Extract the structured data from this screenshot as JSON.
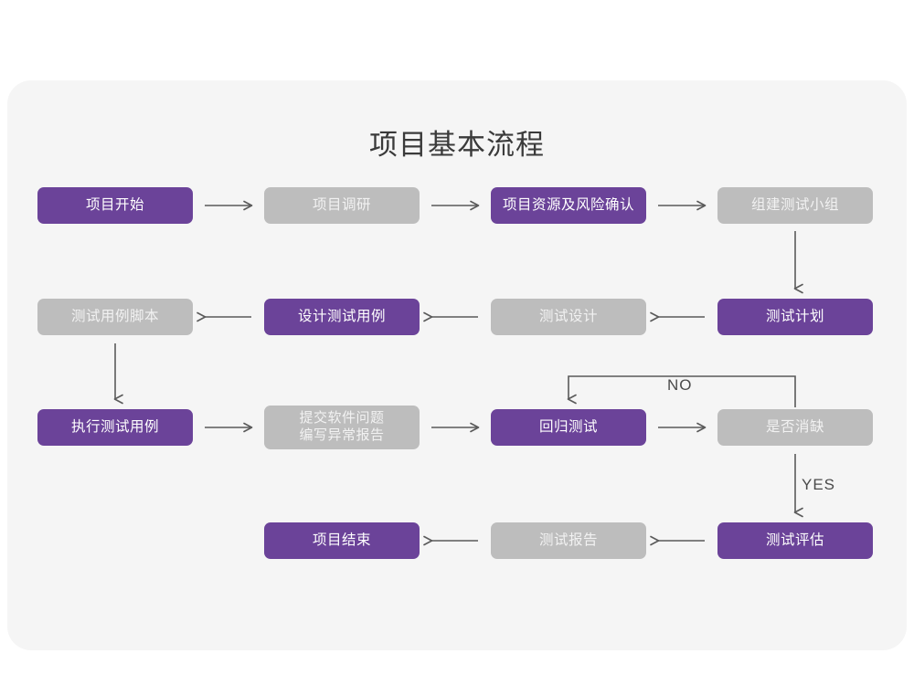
{
  "page": {
    "title": "项目基本流程",
    "background_color": "#ffffff",
    "card_color": "#f5f5f5",
    "accent_purple": "#6b4399",
    "accent_gray": "#bdbdbd",
    "arrow_color": "#5a5a5a"
  },
  "flow": {
    "rows": [
      {
        "direction": "left-to-right",
        "nodes": [
          {
            "label": "项目开始",
            "style": "purple"
          },
          {
            "label": "项目调研",
            "style": "gray"
          },
          {
            "label": "项目资源及风险确认",
            "style": "purple"
          },
          {
            "label": "组建测试小组",
            "style": "gray"
          }
        ]
      },
      {
        "direction": "right-to-left",
        "nodes": [
          {
            "label": "测试用例脚本",
            "style": "gray"
          },
          {
            "label": "设计测试用例",
            "style": "purple"
          },
          {
            "label": "测试设计",
            "style": "gray"
          },
          {
            "label": "测试计划",
            "style": "purple"
          }
        ]
      },
      {
        "direction": "left-to-right",
        "nodes": [
          {
            "label": "执行测试用例",
            "style": "purple"
          },
          {
            "label": "提交软件问题\n编写异常报告",
            "style": "gray"
          },
          {
            "label": "回归测试",
            "style": "purple"
          },
          {
            "label": "是否消缺",
            "style": "gray"
          }
        ]
      },
      {
        "direction": "right-to-left",
        "nodes": [
          {
            "label": "项目结束",
            "style": "purple"
          },
          {
            "label": "测试报告",
            "style": "gray"
          },
          {
            "label": "测试评估",
            "style": "purple"
          }
        ]
      }
    ],
    "edge_labels": {
      "no": "NO",
      "yes": "YES"
    }
  }
}
